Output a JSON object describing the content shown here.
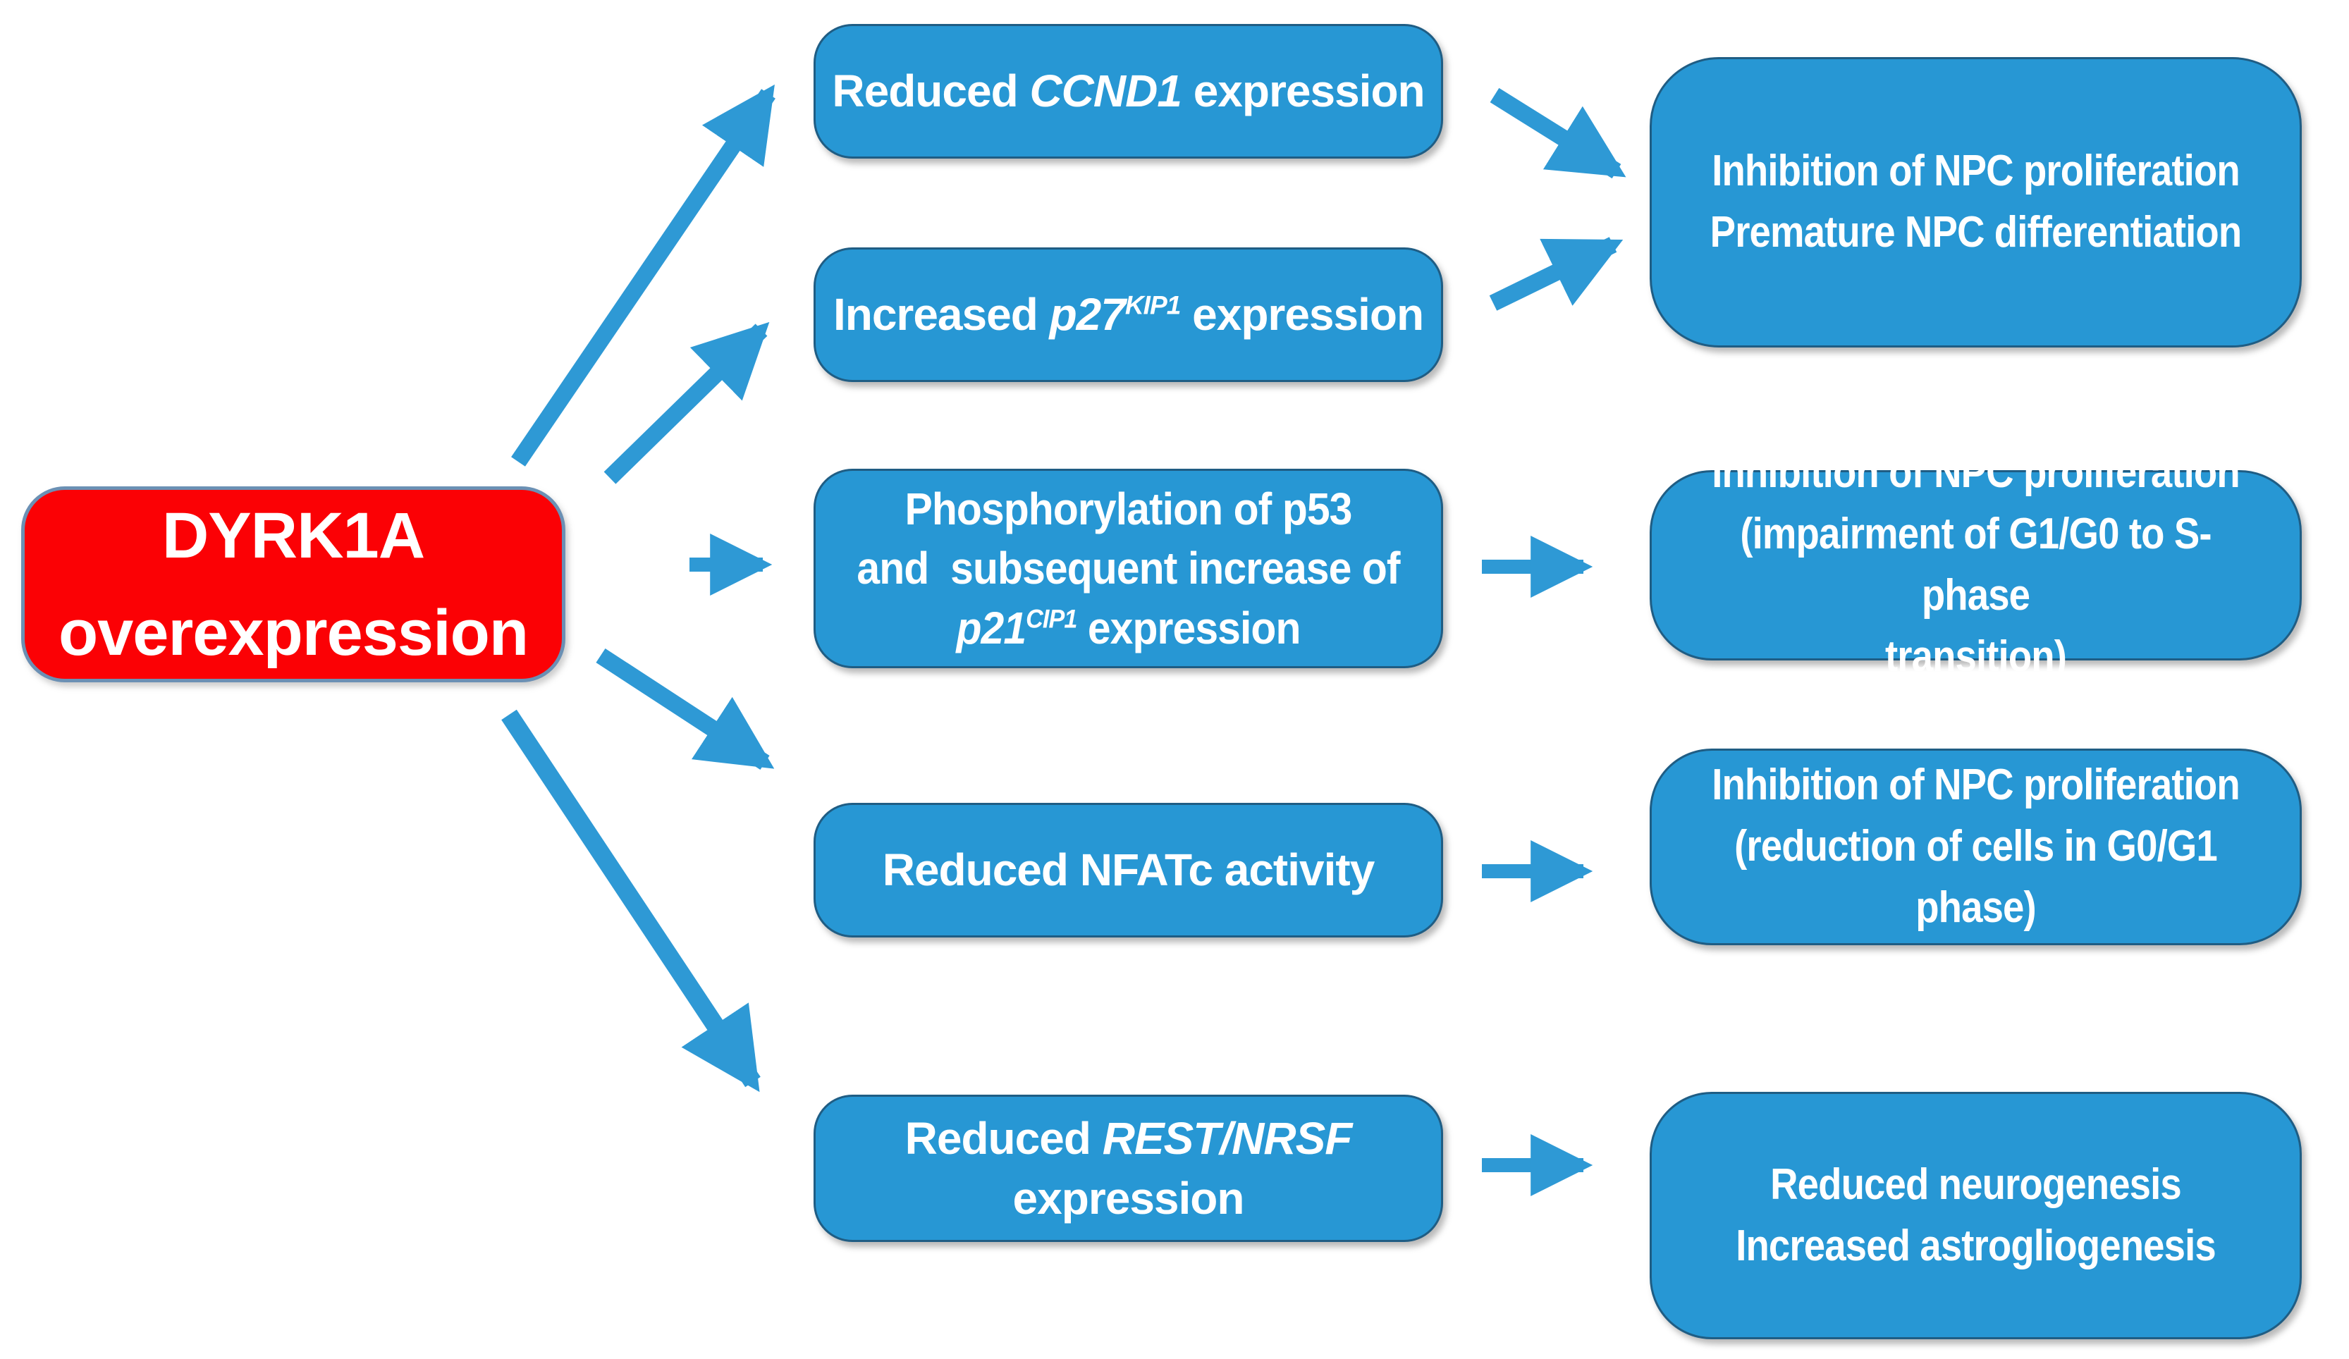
{
  "colors": {
    "node_blue": "#2797d4",
    "node_blue_border": "#1f5d84",
    "node_red": "#fb0105",
    "node_red_border": "#6b90b4",
    "arrow_blue": "#2e99d5",
    "text": "#ffffff"
  },
  "source_box": {
    "line1": "DYRK1A",
    "line2": "overexpression"
  },
  "mid_boxes": {
    "m1": {
      "pre": "Reduced ",
      "gene": "CCND1",
      "post": " expression"
    },
    "m2": {
      "pre": "Increased ",
      "gene": "p27",
      "sup": "KIP1",
      "post": " expression"
    },
    "m3": {
      "line1": "Phosphorylation of p53",
      "line2": "and  subsequent increase of",
      "gene": "p21",
      "sup": "CIP1",
      "post": " expression"
    },
    "m4": {
      "text": "Reduced NFATc activity"
    },
    "m5": {
      "pre": "Reduced ",
      "gene": "REST/NRSF",
      "line2": "expression"
    }
  },
  "right_boxes": {
    "r1": {
      "line1": "Inhibition of NPC proliferation",
      "line2": "Premature NPC differentiation"
    },
    "r2": {
      "line1": "Inhibition of NPC proliferation",
      "line2": "(impairment of G1/G0 to S-phase",
      "line3": "transition)"
    },
    "r3": {
      "line1": "Inhibition of NPC proliferation",
      "line2": "(reduction of cells in G0/G1",
      "line3": "phase)"
    },
    "r4": {
      "line1": "Reduced neurogenesis",
      "line2": "Increased astrogliogenesis"
    }
  },
  "connections": [
    {
      "from": "dyrk1a-overexpression",
      "to": "reduced-ccnd1-expression"
    },
    {
      "from": "dyrk1a-overexpression",
      "to": "increased-p27kip1-expression"
    },
    {
      "from": "dyrk1a-overexpression",
      "to": "phosphorylation-p53-p21cip1"
    },
    {
      "from": "dyrk1a-overexpression",
      "to": "reduced-nfatc-activity"
    },
    {
      "from": "dyrk1a-overexpression",
      "to": "reduced-rest-nrsf-expression"
    },
    {
      "from": "reduced-ccnd1-expression",
      "to": "inhibition-npc-proliferation-premature-differentiation"
    },
    {
      "from": "increased-p27kip1-expression",
      "to": "inhibition-npc-proliferation-premature-differentiation"
    },
    {
      "from": "phosphorylation-p53-p21cip1",
      "to": "inhibition-npc-proliferation-g1g0-s-phase"
    },
    {
      "from": "reduced-nfatc-activity",
      "to": "inhibition-npc-proliferation-g0g1-phase"
    },
    {
      "from": "reduced-rest-nrsf-expression",
      "to": "reduced-neurogenesis-increased-astrogliogenesis"
    }
  ]
}
